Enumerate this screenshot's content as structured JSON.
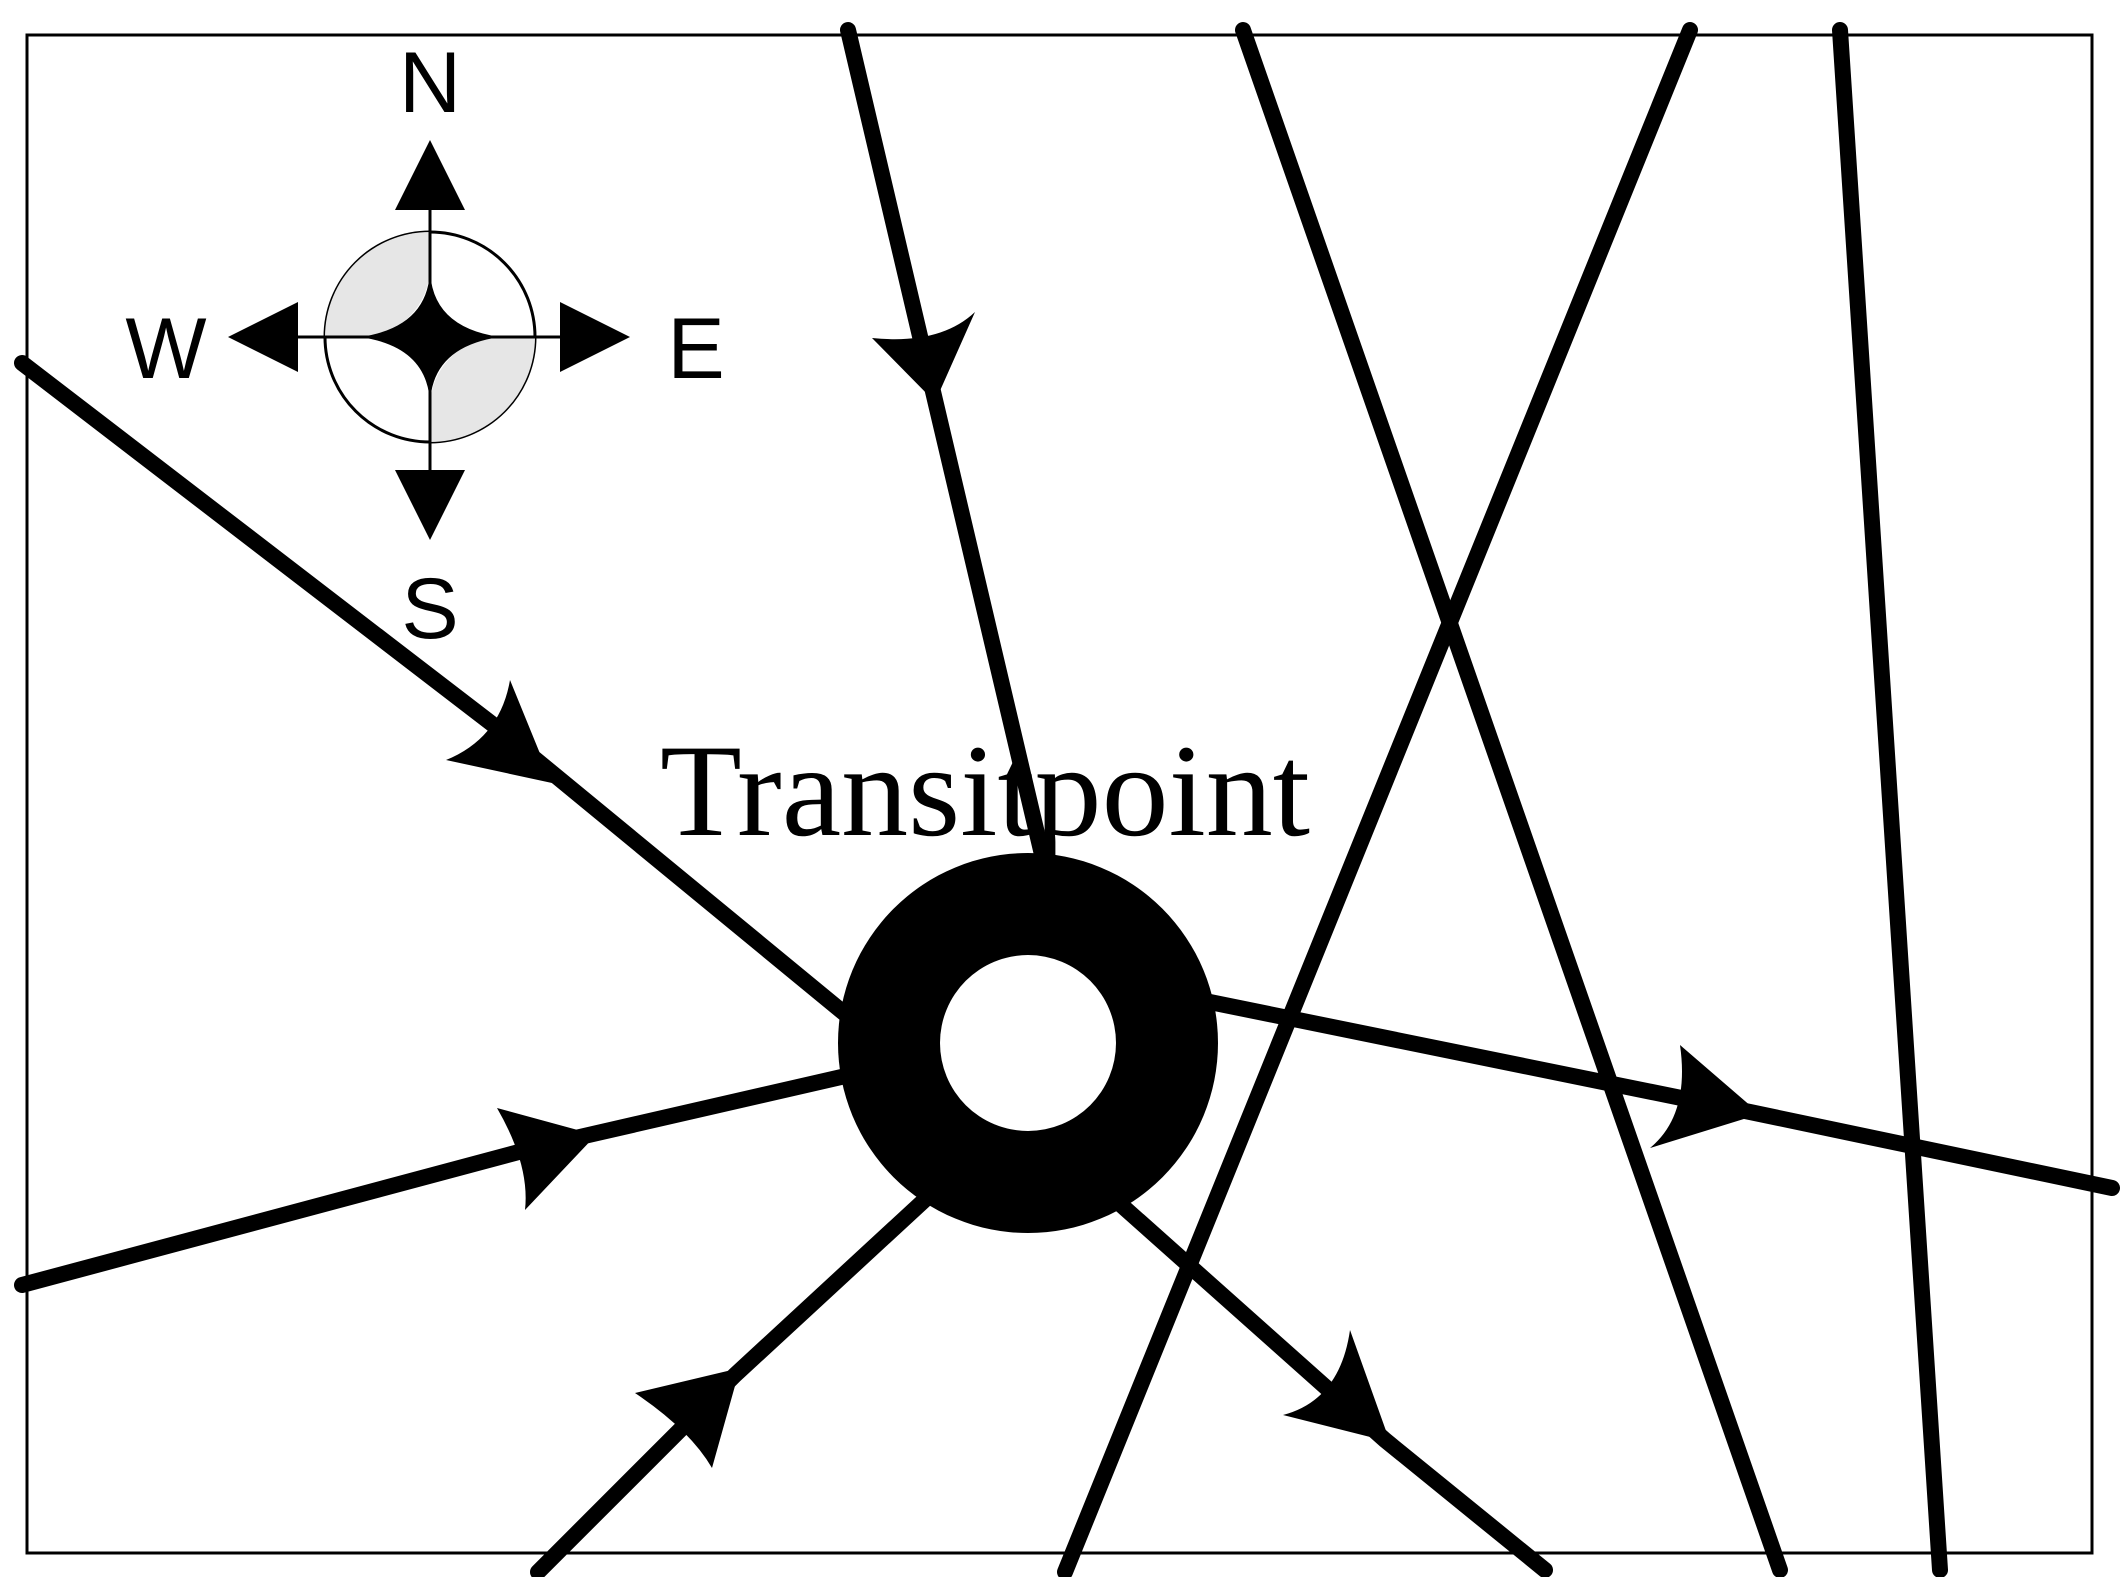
{
  "figure": {
    "label": "Transitpoint"
  },
  "compass": {
    "north": "N",
    "south": "S",
    "east": "E",
    "west": "W"
  },
  "colors": {
    "line": "#000000",
    "background": "#ffffff",
    "compass_shade": "#e6e6e6"
  }
}
